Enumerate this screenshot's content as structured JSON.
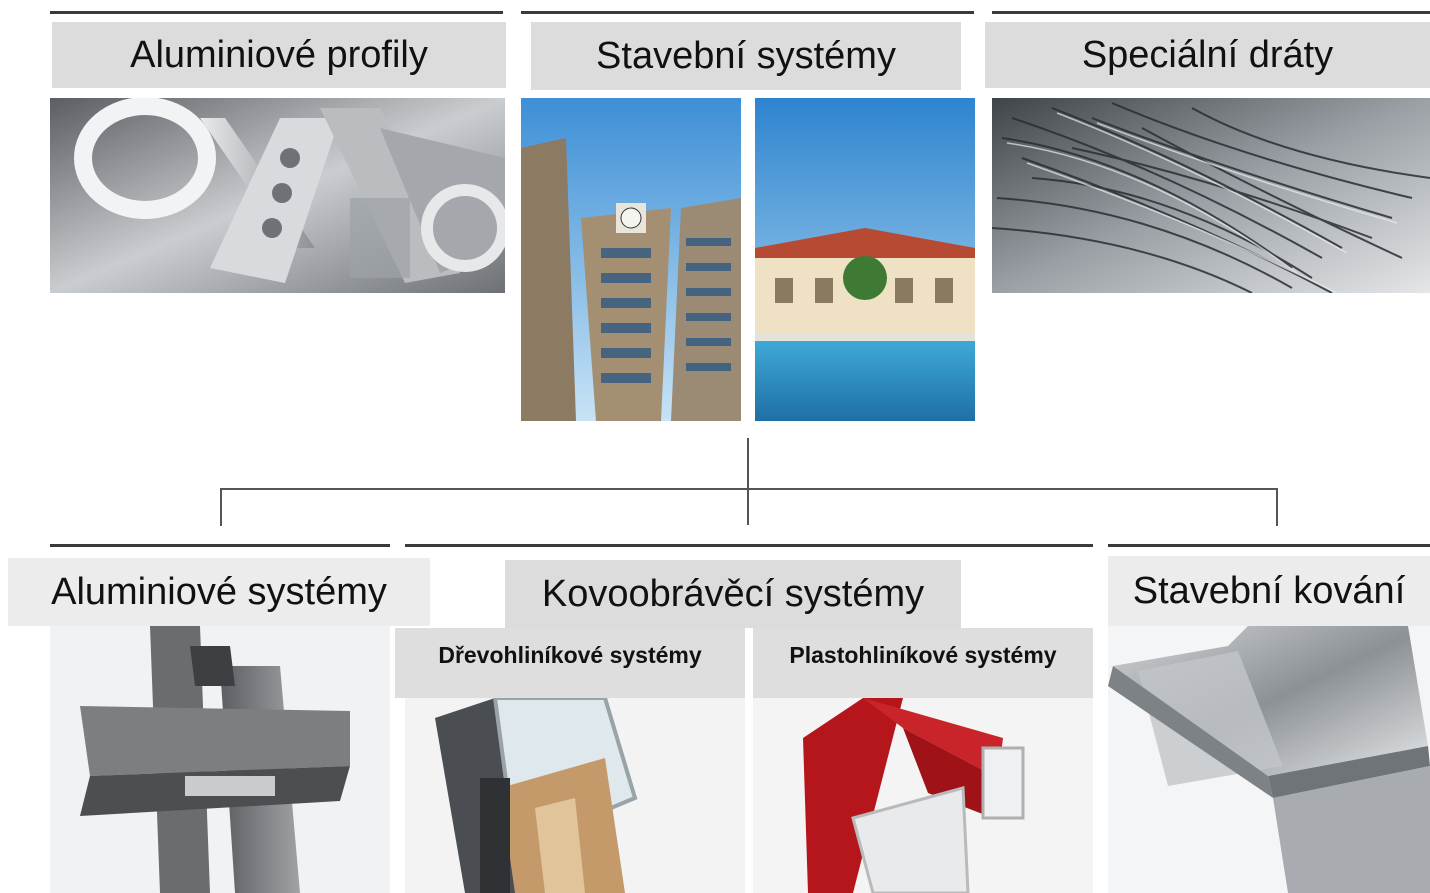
{
  "top": {
    "aluminum_profiles": "Aluminiové profily",
    "building_systems": "Stavební systémy",
    "special_wires": "Speciální dráty"
  },
  "bottom": {
    "aluminum_systems": "Aluminiové systémy",
    "metalworking_systems": "Kovoobrávěcí systémy",
    "building_hardware": "Stavební kování"
  },
  "sub": {
    "wood_aluminum": "Dřevohliníkové systémy",
    "plastic_aluminum": "Plastohliníkové systémy"
  },
  "colors": {
    "label_bg": "#dcdcdc",
    "rule": "#3a3a3a",
    "connector": "#555555",
    "window_red": "#b5161c"
  }
}
